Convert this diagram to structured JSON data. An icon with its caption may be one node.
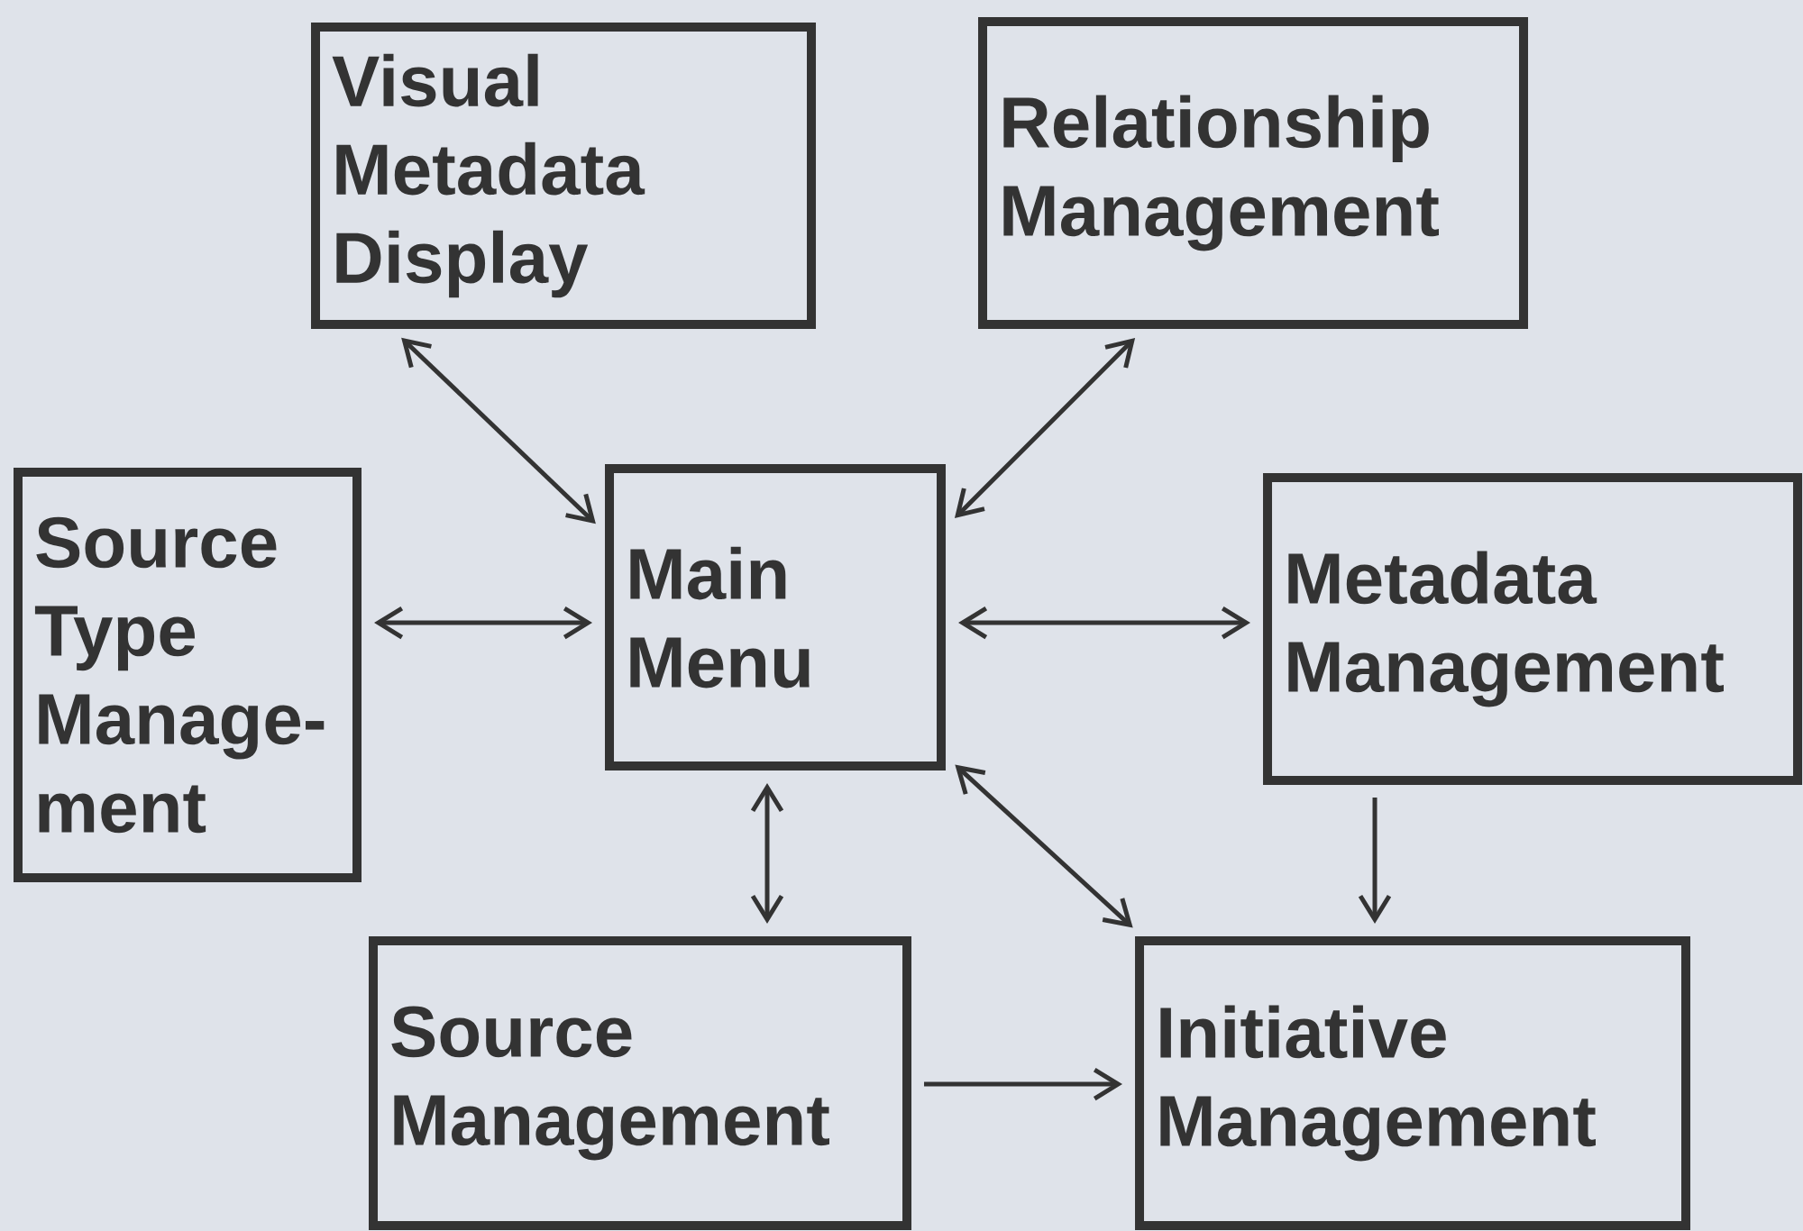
{
  "diagram": {
    "nodes": [
      {
        "text": [
          "Visual Metadata Display"
        ]
      },
      {
        "text": [
          "Relationship Management"
        ]
      },
      {
        "text": [
          "Source Type Manage- ment"
        ]
      },
      {
        "text": [
          "Main Menu"
        ]
      },
      {
        "text": [
          "Metadata Management"
        ]
      },
      {
        "text": [
          "Source Management"
        ]
      },
      {
        "text": [
          "Initiative Management"
        ]
      }
    ],
    "edges": [
      {
        "from": 0,
        "to": 3,
        "arrow": "both"
      },
      {
        "from": 1,
        "to": 3,
        "arrow": "both"
      },
      {
        "from": 2,
        "to": 3,
        "arrow": "both"
      },
      {
        "from": 3,
        "to": 4,
        "arrow": "both"
      },
      {
        "from": 3,
        "to": 5,
        "arrow": "both"
      },
      {
        "from": 3,
        "to": 6,
        "arrow": "both"
      },
      {
        "from": 4,
        "to": 6,
        "arrow": "to"
      },
      {
        "from": 5,
        "to": 6,
        "arrow": "to"
      }
    ]
  }
}
